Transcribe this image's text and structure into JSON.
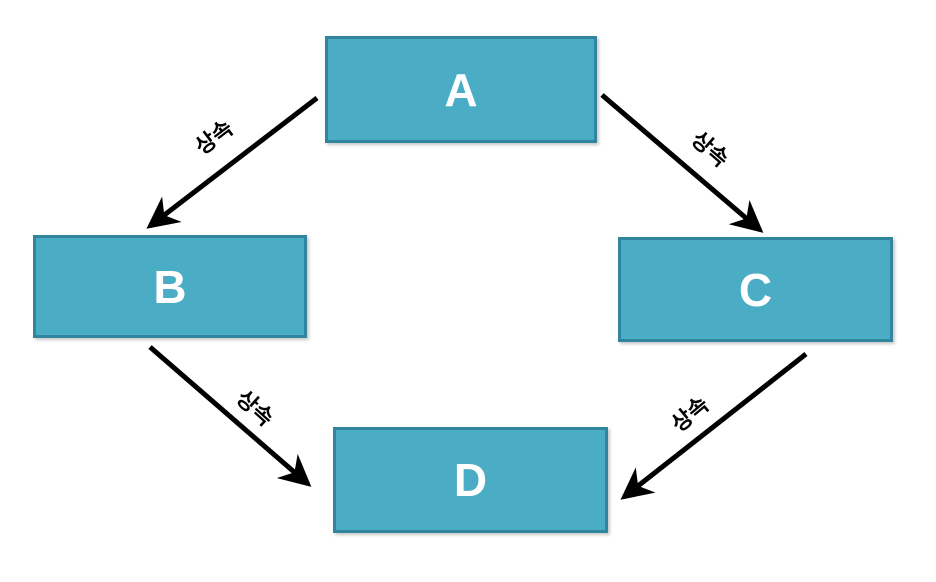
{
  "diagram": {
    "type": "inheritance-diamond",
    "nodes": [
      {
        "id": "A",
        "label": "A"
      },
      {
        "id": "B",
        "label": "B"
      },
      {
        "id": "C",
        "label": "C"
      },
      {
        "id": "D",
        "label": "D"
      }
    ],
    "edges": [
      {
        "from": "A",
        "to": "B",
        "label": "상속"
      },
      {
        "from": "A",
        "to": "C",
        "label": "상속"
      },
      {
        "from": "B",
        "to": "D",
        "label": "상속"
      },
      {
        "from": "C",
        "to": "D",
        "label": "상속"
      }
    ],
    "colors": {
      "node_fill": "#4BACC6",
      "node_border": "#31859C",
      "node_text": "#FFFFFF",
      "arrow": "#000000",
      "edge_label_text": "#000000",
      "background": "#FFFFFF"
    }
  }
}
